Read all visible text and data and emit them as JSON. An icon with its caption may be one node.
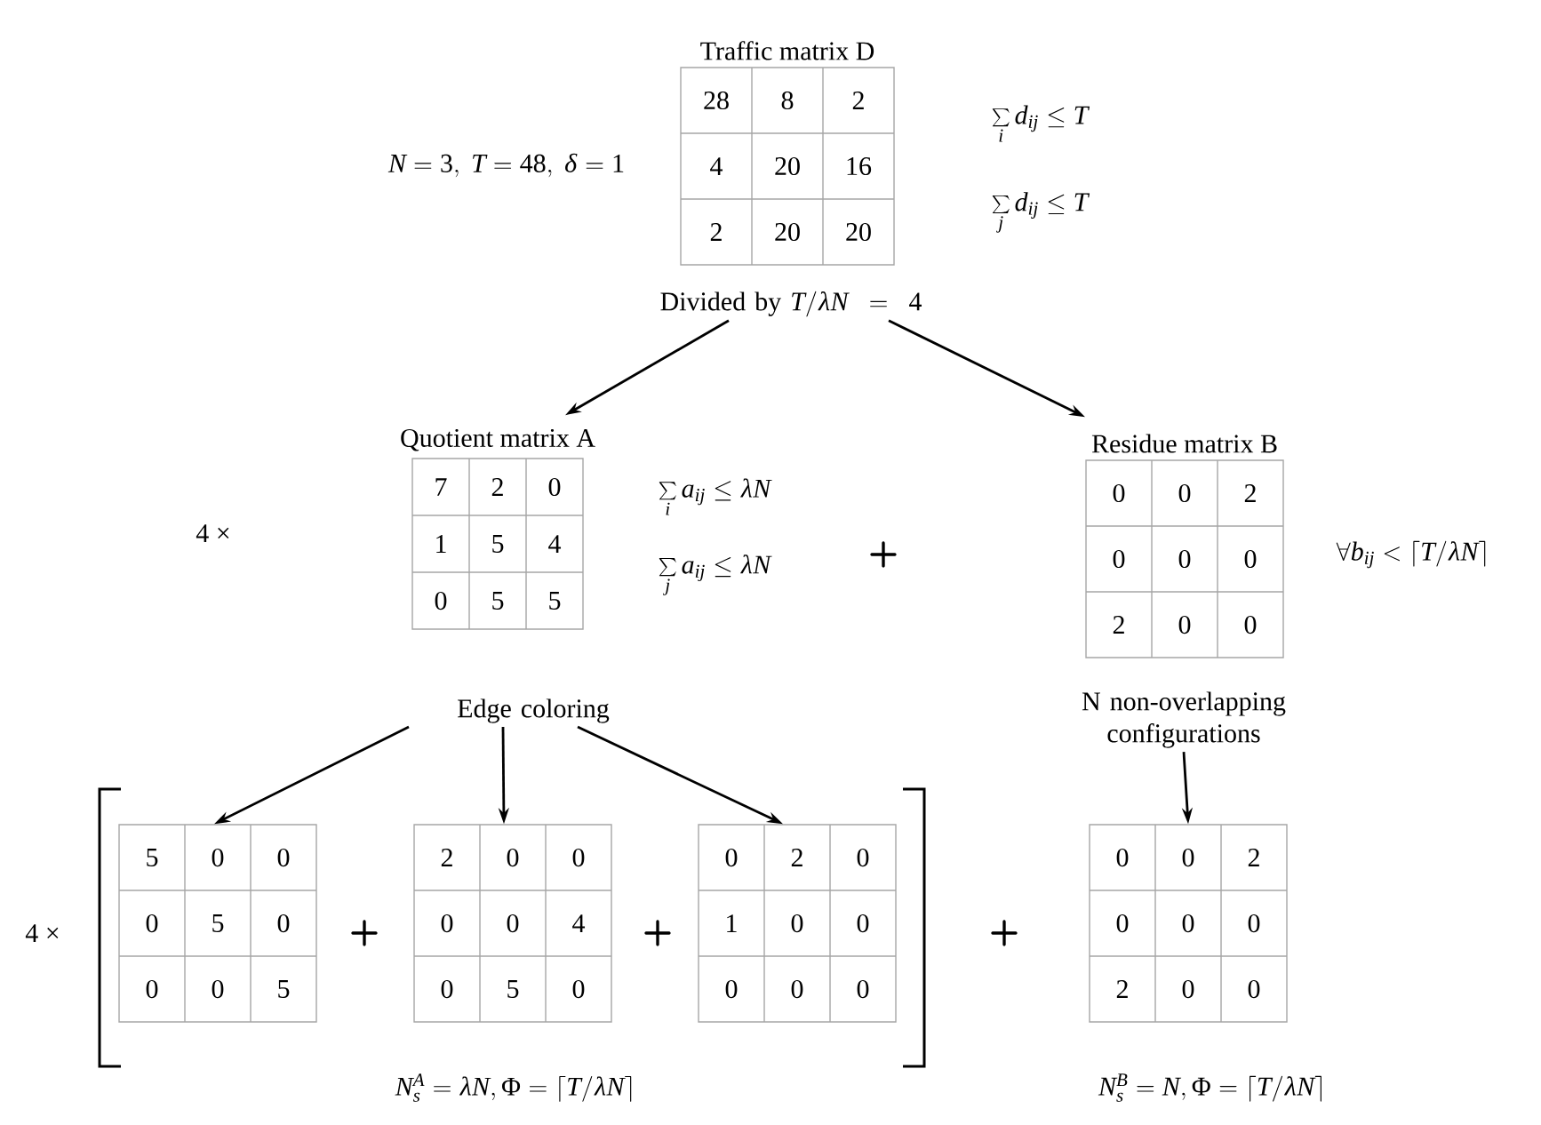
{
  "diagram": {
    "nodes": [
      {
        "text": [
          "Traffic matrix D",
          "28",
          "8",
          "2",
          "4",
          "20",
          "16",
          "2",
          "20",
          "20"
        ]
      },
      {
        "text": [
          "Divided by",
          "T / \\lambda N = 4"
        ]
      },
      {
        "text": [
          "Quotient matrix A",
          "7",
          "2",
          "0",
          "1",
          "5",
          "4",
          "0",
          "5",
          "5"
        ]
      },
      {
        "text": [
          "Residue matrix B",
          "0",
          "0",
          "2",
          "0",
          "0",
          "0",
          "2",
          "0",
          "0"
        ]
      },
      {
        "text": [
          "Edge coloring"
        ]
      },
      {
        "text": [
          "N non-overlapping configurations"
        ]
      },
      {
        "text": [
          "5",
          "0",
          "0",
          "0",
          "5",
          "0",
          "0",
          "0",
          "5"
        ]
      },
      {
        "text": [
          "2",
          "0",
          "0",
          "0",
          "0",
          "4",
          "0",
          "5",
          "0"
        ]
      },
      {
        "text": [
          "0",
          "2",
          "0",
          "1",
          "0",
          "0",
          "0",
          "0",
          "0"
        ]
      },
      {
        "text": [
          "0",
          "0",
          "2",
          "0",
          "0",
          "0",
          "2",
          "0",
          "0"
        ]
      }
    ],
    "edges": [
      {
        "from": 1,
        "to": 2,
        "arrow": "to"
      },
      {
        "from": 1,
        "to": 3,
        "arrow": "to"
      },
      {
        "from": 4,
        "to": 6,
        "arrow": "to"
      },
      {
        "from": 4,
        "to": 7,
        "arrow": "to"
      },
      {
        "from": 4,
        "to": 8,
        "arrow": "to"
      },
      {
        "from": 5,
        "to": 9,
        "arrow": "to"
      }
    ],
    "labels": [
      "N=3,\\ T=48,\\ \\delta=1",
      "\\sum\\limits_{i} d_{ij} \\le T",
      "\\sum\\limits_{j} d_{ij} \\le T",
      "4 ×",
      "\\sum\\limits_{i} a_{ij} \\le \\lambda N",
      "\\sum\\limits_{j} a_{ij} \\le \\lambda N",
      "+",
      "\\forall b_{ij} < \\lceil T / \\lambda N \\rceil",
      "4 ×",
      "+",
      "+",
      "+",
      "N_s^A = \\lambda N, \\Phi = \\lceil T / \\lambda N \\rceil",
      "N_s^B = N, \\Phi = \\lceil T / \\lambda N \\rceil"
    ]
  }
}
